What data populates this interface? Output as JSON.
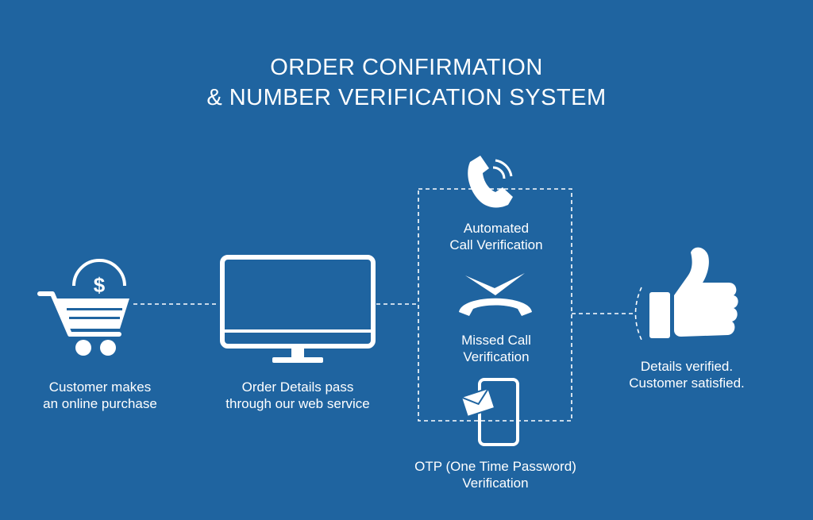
{
  "title": {
    "line1": "ORDER CONFIRMATION",
    "line2": "& NUMBER VERIFICATION SYSTEM"
  },
  "steps": {
    "purchase": {
      "line1": "Customer makes",
      "line2": "an online purchase",
      "icon": "shopping-cart-dollar-icon"
    },
    "web_service": {
      "line1": "Order Details pass",
      "line2": "through our web service",
      "icon": "monitor-icon"
    },
    "verified": {
      "line1": "Details verified.",
      "line2": "Customer satisfied.",
      "icon": "thumbs-up-icon"
    }
  },
  "methods": {
    "automated_call": {
      "line1": "Automated",
      "line2": "Call Verification",
      "icon": "phone-ringing-icon"
    },
    "missed_call": {
      "line1": "Missed Call",
      "line2": "Verification",
      "icon": "missed-call-icon"
    },
    "otp": {
      "line1": "OTP (One Time Password)",
      "line2": "Verification",
      "icon": "mobile-envelope-icon"
    }
  },
  "colors": {
    "background": "#1f64a0",
    "foreground": "#ffffff"
  }
}
